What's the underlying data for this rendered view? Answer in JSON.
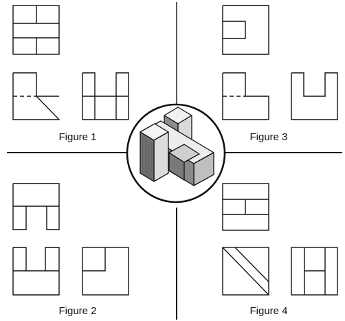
{
  "figures": [
    {
      "label": "Figure 1"
    },
    {
      "label": "Figure 2"
    },
    {
      "label": "Figure 3"
    },
    {
      "label": "Figure 4"
    }
  ]
}
